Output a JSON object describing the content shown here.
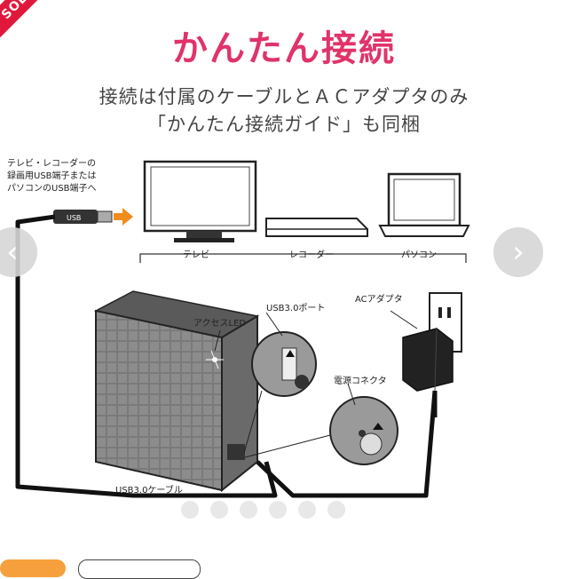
{
  "ribbon": {
    "text": "SOLD"
  },
  "title": "かんたん接続",
  "subtitle_line1": "接続は付属のケーブルとＡＣアダプタのみ",
  "subtitle_line2": "「かんたん接続ガイド」も同梱",
  "usb_note": [
    "テレビ・レコーダーの",
    "録画用USB端子または",
    "パソコンのUSB端子へ"
  ],
  "devices": {
    "tv": "テレビ",
    "recorder": "レコーダー",
    "pc": "パソコン"
  },
  "labels": {
    "access_led": "アクセスLED",
    "usb_port": "USB3.0ポート",
    "ac_adapter": "ACアダプタ",
    "power_connector": "電源コネクタ",
    "usb_cable": "USB3.0ケーブル"
  },
  "nav": {
    "prev": "‹",
    "next": "›"
  },
  "carousel": {
    "total": 6,
    "active": 0
  },
  "colors": {
    "title": "#e0336a",
    "ribbon": "#e0183c",
    "arrow": "#f08c1e"
  }
}
